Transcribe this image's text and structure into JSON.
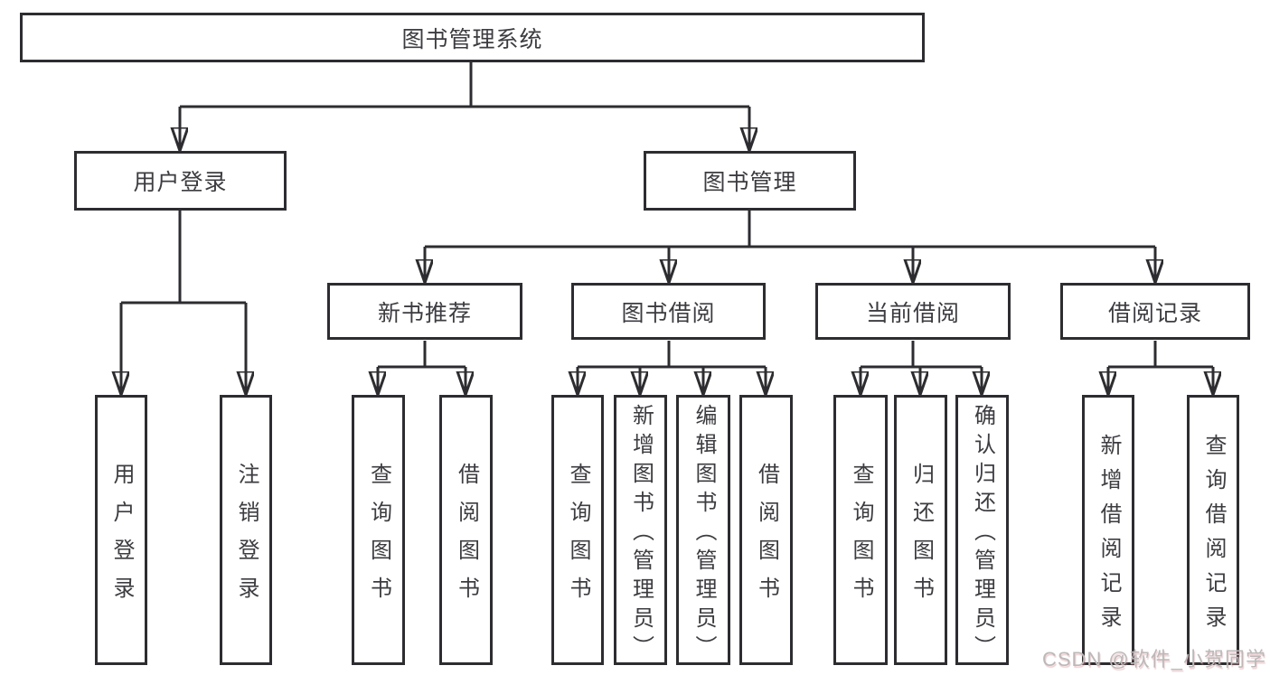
{
  "diagram": {
    "root": "图书管理系统",
    "branches": [
      {
        "label": "用户登录",
        "children": [
          "用户登录",
          "注销登录"
        ]
      },
      {
        "label": "图书管理",
        "groups": [
          {
            "label": "新书推荐",
            "children": [
              "查询图书",
              "借阅图书"
            ]
          },
          {
            "label": "图书借阅",
            "children": [
              "查询图书",
              "新增图书（管理员）",
              "编辑图书（管理员）",
              "借阅图书"
            ]
          },
          {
            "label": "当前借阅",
            "children": [
              "查询图书",
              "归还图书",
              "确认归还（管理员）"
            ]
          },
          {
            "label": "借阅记录",
            "children": [
              "新增借阅记录",
              "查询借阅记录"
            ]
          }
        ]
      }
    ]
  },
  "watermark": "CSDN @软件_小贺同学",
  "colors": {
    "line": "#2d2d31",
    "text": "#3c3c41",
    "watermark": "#b9b9b9",
    "background": "#ffffff"
  }
}
